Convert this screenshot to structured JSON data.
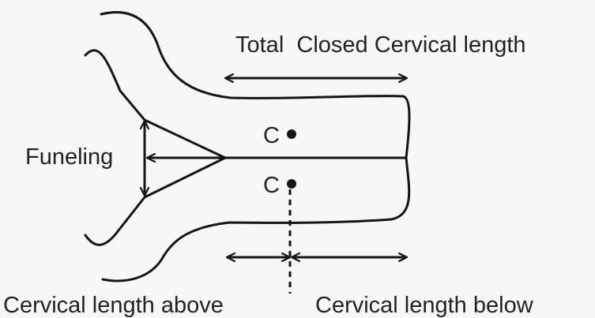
{
  "labels": {
    "total_closed_cervical_length": "Total  Closed Cervical length",
    "funneling": "Funeling",
    "cervical_length_above": "Cervical length above",
    "cervical_length_below": "Cervical length below",
    "c_upper": "C",
    "c_lower": "C"
  },
  "colors": {
    "stroke": "#151515",
    "text": "#222222",
    "background": "#f7f7f7"
  }
}
